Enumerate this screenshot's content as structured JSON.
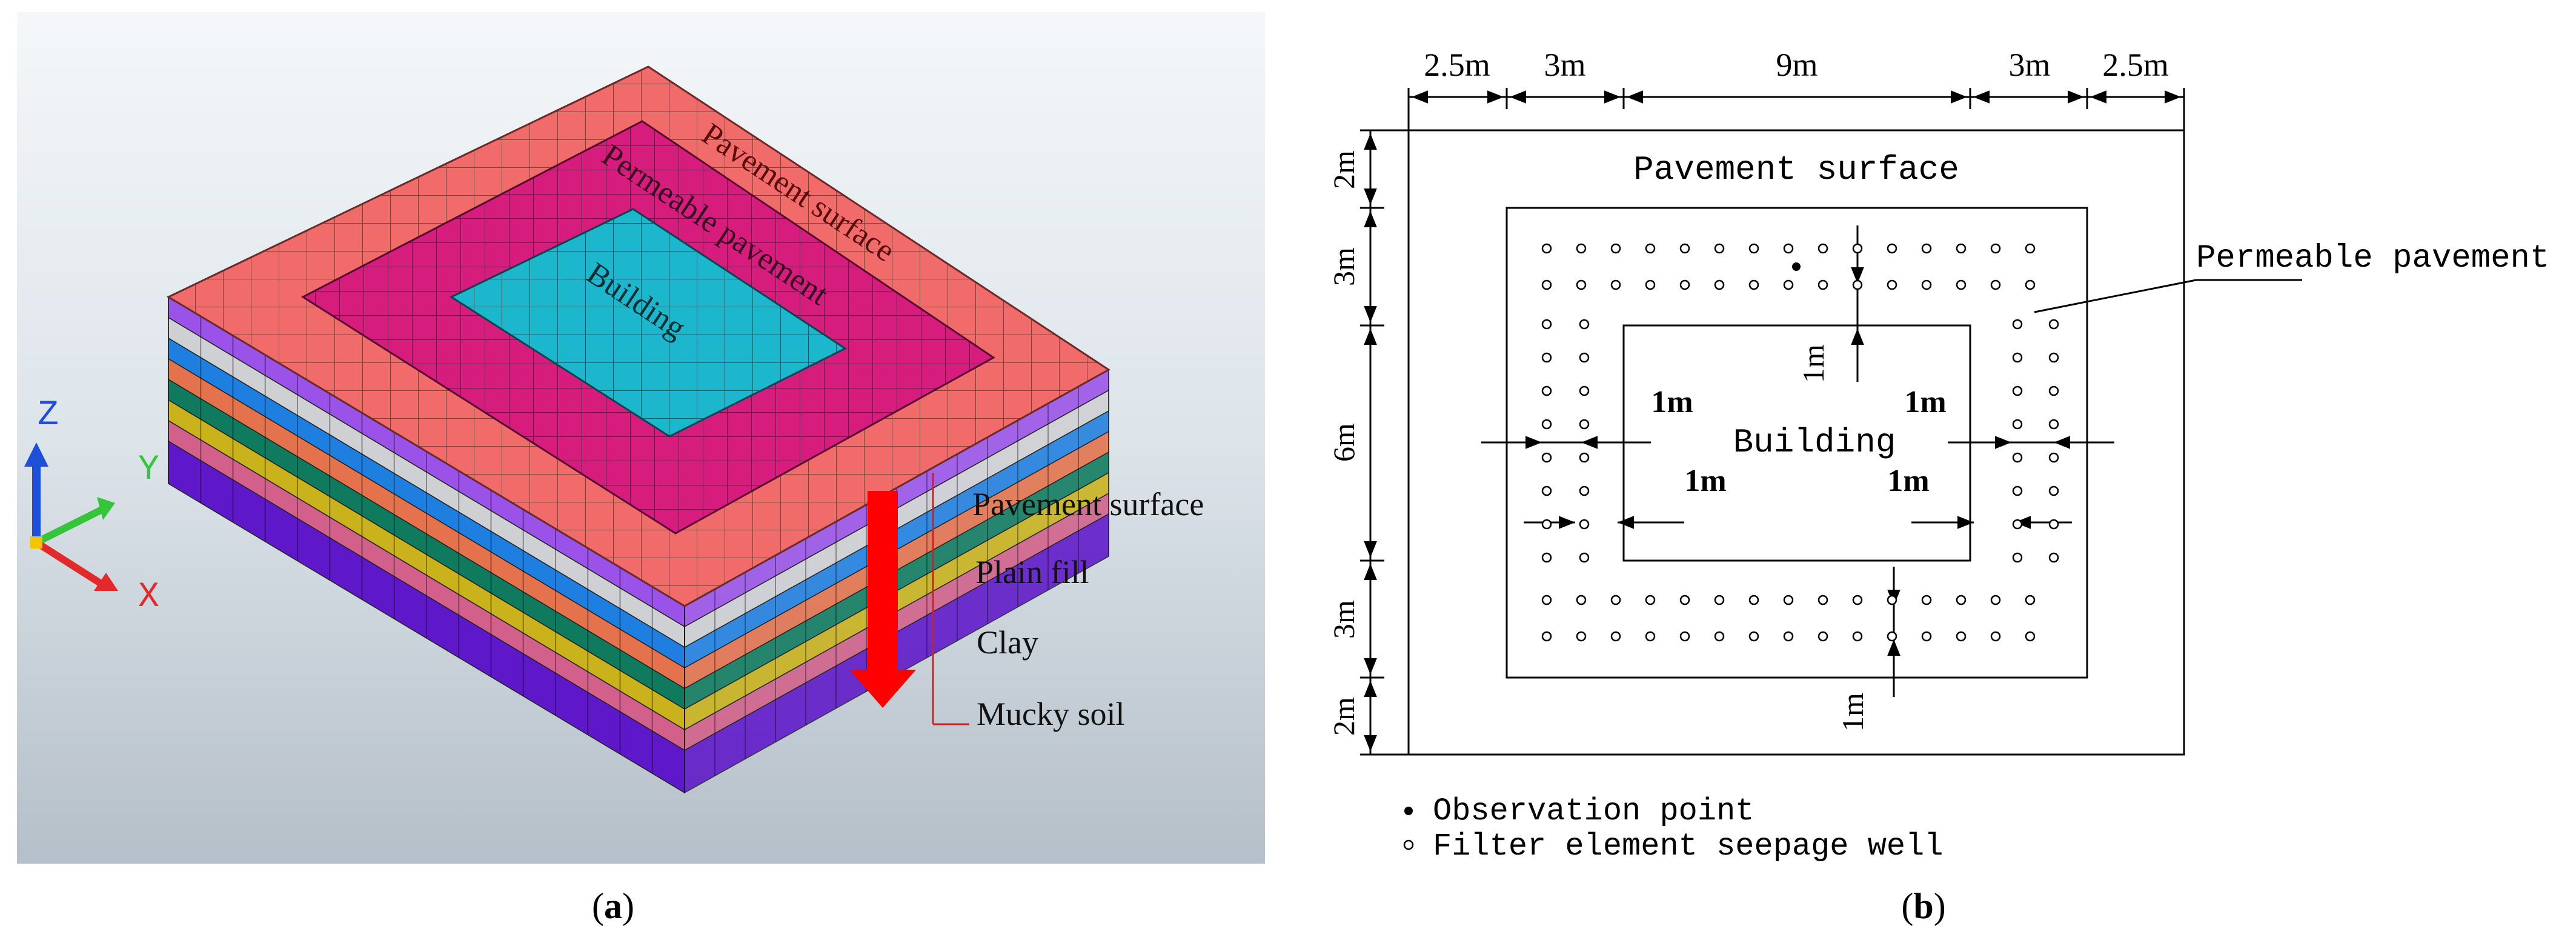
{
  "panel_a": {
    "caption_letter": "a",
    "surface_labels": {
      "pavement_surface": "Pavement surface",
      "permeable_pavement": "Permeable pavement",
      "building": "Building"
    },
    "layer_labels": {
      "pavement_surface": "Pavement surface",
      "plain_fill": "Plain fill",
      "clay": "Clay",
      "mucky_soil": "Mucky soil"
    },
    "axes": {
      "z": "Z",
      "y": "Y",
      "x": "X"
    },
    "colors": {
      "pavement": "#F26B6B",
      "permeable": "#D61D7E",
      "building": "#1CB7CC",
      "arrow": "#FF0000"
    }
  },
  "panel_b": {
    "caption_letter": "b",
    "top_dims": [
      "2.5m",
      "3m",
      "9m",
      "3m",
      "2.5m"
    ],
    "left_dims": [
      "2m",
      "3m",
      "6m",
      "3m",
      "2m"
    ],
    "labels": {
      "pavement_surface": "Pavement surface",
      "permeable_pavement": "Permeable pavement",
      "building": "Building"
    },
    "inner_dims": {
      "top_gap": "1m",
      "bottom_gap": "1m",
      "left_upper": "1m",
      "left_lower": "1m",
      "right_upper": "1m",
      "right_lower": "1m"
    },
    "legend": {
      "observation_point": "Observation point",
      "seepage_well": "Filter element seepage well"
    }
  }
}
